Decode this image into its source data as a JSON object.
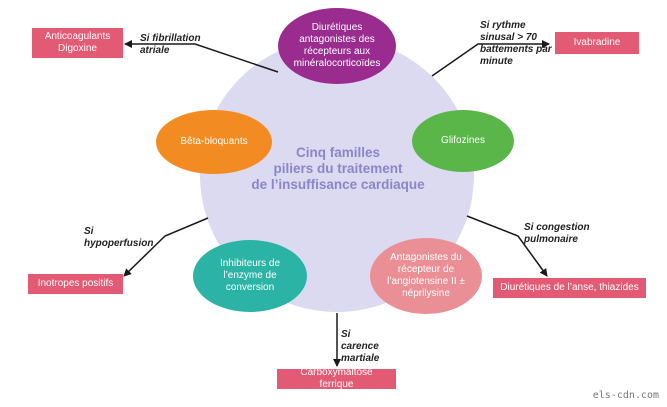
{
  "colors": {
    "center_circle": "#dcdaf0",
    "center_text": "#8a86c8",
    "purple": "#9b2c8f",
    "orange": "#f28c22",
    "green": "#5bb64a",
    "teal": "#2bb3a6",
    "pink": "#eb8f96",
    "box": "#e35a74",
    "arrow": "#1a1a1a"
  },
  "center": {
    "line1": "Cinq familles",
    "line2": "piliers du traitement",
    "line3": "de l’insuffisance cardiaque"
  },
  "families": {
    "diuretiques_mra": "Diurétiques antagonistes des récepteurs aux minéralocorticoïdes",
    "beta_bloquants": "Bêta-bloquants",
    "glifozines": "Glifozines",
    "iec": "Inhibiteurs de l’enzyme de conversion",
    "ara2_neprilysine": "Antagonistes du récepteur de l’angiotensine II ± néprilysine"
  },
  "treatments": {
    "anticoagulants": "Anticoagulants Digoxine",
    "ivabradine": "Ivabradine",
    "inotropes": "Inotropes positifs",
    "diuretiques_anse": "Diurétiques de l’anse, thiazides",
    "carboxymaltose": "Carboxymaltose ferrique"
  },
  "conditions": {
    "fibrillation": "Si fibrillation atriale",
    "rythme": "Si rythme sinusal > 70 battements par minute",
    "hypoperfusion": "Si hypoperfusion",
    "congestion": "Si congestion pulmonaire",
    "carence": "Si carence martiale"
  },
  "credit": "els-cdn.com"
}
